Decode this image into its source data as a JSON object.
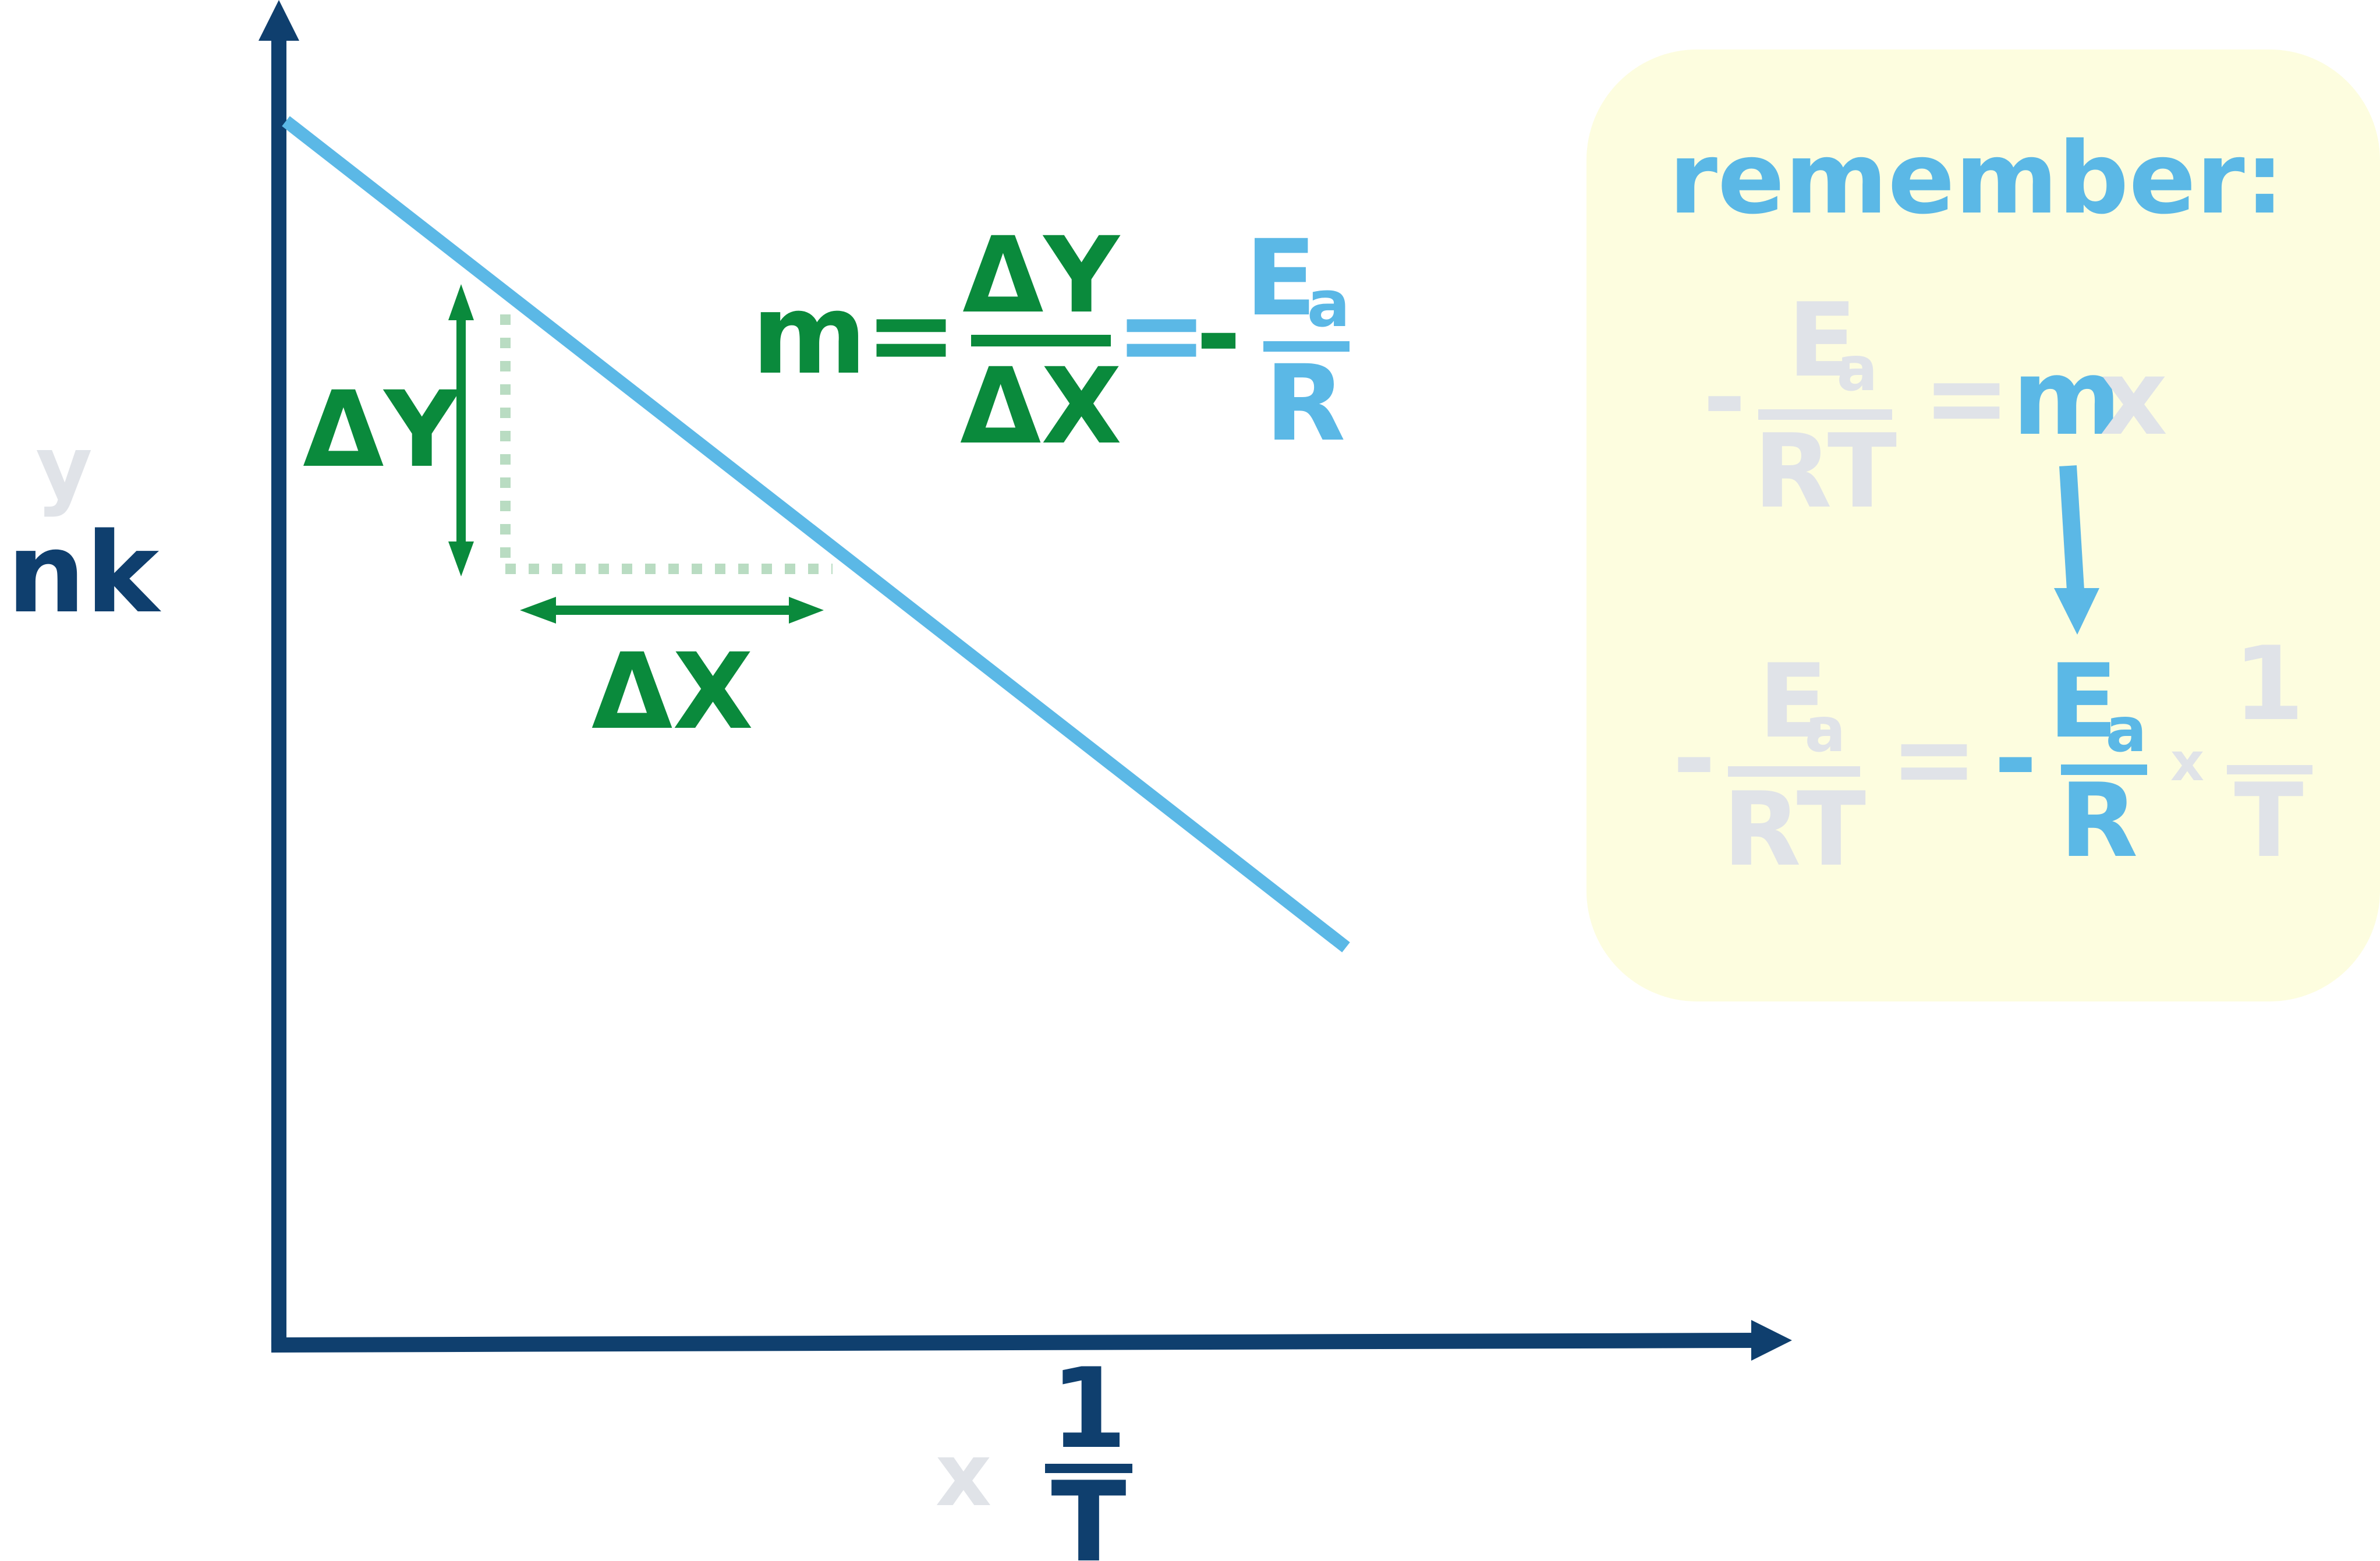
{
  "colors": {
    "axis": "#0f3f6e",
    "line": "#5bb8e6",
    "green": "#0a8a3c",
    "green_light": "#b9dcc2",
    "grey": "#e0e3e8",
    "box_bg": "#fdfddf"
  },
  "axes": {
    "y_var": "y",
    "y_label": "lnk",
    "x_var": "x",
    "x_frac_num": "1",
    "x_frac_den": "T"
  },
  "triangle": {
    "dy_label": "ΔY",
    "dx_label": "ΔX"
  },
  "slope_eq": {
    "m": "m",
    "equals1": "=",
    "num": "ΔY",
    "den": "ΔX",
    "equals2": "=",
    "minus": "-",
    "e": "E",
    "e_sub": "a",
    "r": "R"
  },
  "remember": {
    "title": "remember:",
    "eq1": {
      "minus": "-",
      "e": "E",
      "e_sub": "a",
      "den": "RT",
      "equals": "=",
      "m": "m",
      "x": "x"
    },
    "eq2": {
      "minus": "-",
      "e": "E",
      "e_sub": "a",
      "den": "RT",
      "equals": "=",
      "minus2": "-",
      "e2": "E",
      "e2_sub": "a",
      "den2": "R",
      "times": "x",
      "num3": "1",
      "den3": "T"
    }
  }
}
